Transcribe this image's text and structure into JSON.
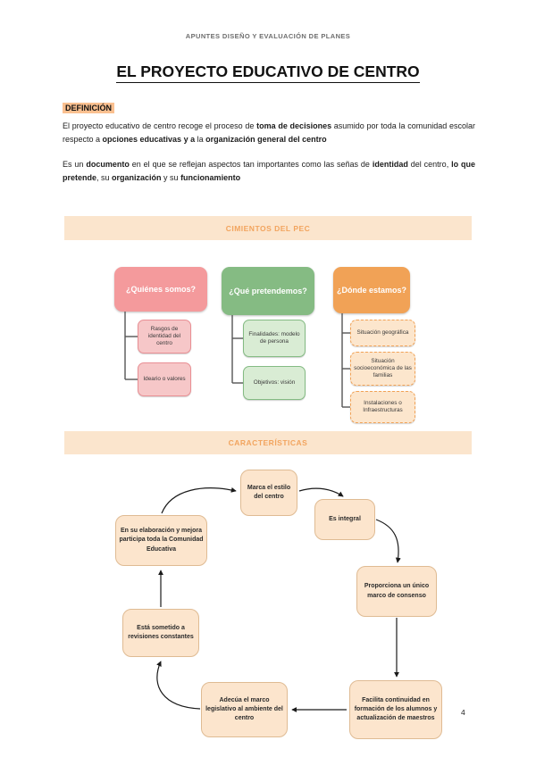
{
  "page": {
    "header": "APUNTES DISEÑO Y EVALUACIÓN DE PLANES",
    "title": "EL PROYECTO EDUCATIVO DE CENTRO",
    "page_number": "4"
  },
  "definition": {
    "label": "DEFINICIÓN",
    "p1": [
      {
        "t": "El proyecto educativo de centro recoge el proceso de ",
        "b": false
      },
      {
        "t": "toma de decisiones",
        "b": true
      },
      {
        "t": " asumido por toda la comunidad escolar respecto a ",
        "b": false
      },
      {
        "t": "opciones educativas y a",
        "b": true
      },
      {
        "t": " la ",
        "b": false
      },
      {
        "t": "organización general del centro",
        "b": true
      }
    ],
    "p2": [
      {
        "t": "Es un ",
        "b": false
      },
      {
        "t": "documento",
        "b": true
      },
      {
        "t": " en el que se reflejan aspectos tan importantes como las señas de ",
        "b": false
      },
      {
        "t": "identidad",
        "b": true
      },
      {
        "t": " del centro, ",
        "b": false
      },
      {
        "t": "lo que pretende",
        "b": true
      },
      {
        "t": ", su ",
        "b": false
      },
      {
        "t": "organización",
        "b": true
      },
      {
        "t": " y su ",
        "b": false
      },
      {
        "t": "funcionamiento",
        "b": true
      }
    ]
  },
  "cimientos": {
    "banner": "CIMIENTOS DEL PEC",
    "columns": [
      {
        "title": "¿Quiénes somos?",
        "children": [
          "Rasgos de identidad del centro",
          "Ideario o valores"
        ]
      },
      {
        "title": "¿Qué pretendemos?",
        "children": [
          "Finalidades: modelo de persona",
          "Objetivos: visión"
        ]
      },
      {
        "title": "¿Dónde estamos?",
        "children": [
          "Situación geográfica",
          "Situación socioeconómica de las familias",
          "Instalaciones o Infraestructuras"
        ]
      }
    ]
  },
  "caracteristicas": {
    "banner": "CARACTERÍSTICAS",
    "nodes": {
      "marca": "Marca el estilo del centro",
      "integral": "Es integral",
      "elaboracion": "En su elaboración y mejora participa toda la Comunidad Educativa",
      "proporciona": "Proporciona un único marco de consenso",
      "sometido": "Está sometido a revisiones constantes",
      "adecua": "Adecúa el marco legislativo al ambiente del centro",
      "facilita": "Facilita continuidad en formación de los alumnos y actualización de maestros"
    },
    "cycle_order": [
      "marca",
      "integral",
      "proporciona",
      "facilita",
      "adecua",
      "sometido",
      "elaboracion"
    ]
  },
  "colors": {
    "accent_orange": "#f2a45e",
    "banner_bg": "#fbe5cd",
    "definition_highlight": "#fac090",
    "pink_main": "#f49a9c",
    "pink_sub_bg": "#f6c7c8",
    "pink_sub_border": "#e98f94",
    "green_main": "#85bb83",
    "green_sub_bg": "#d9ecd4",
    "green_sub_border": "#84bb83",
    "orange_main": "#f1a256",
    "orange_sub_bg": "#fce6cd",
    "cycle_box_bg": "#fce5cd",
    "cycle_box_border": "#dfbb93"
  }
}
